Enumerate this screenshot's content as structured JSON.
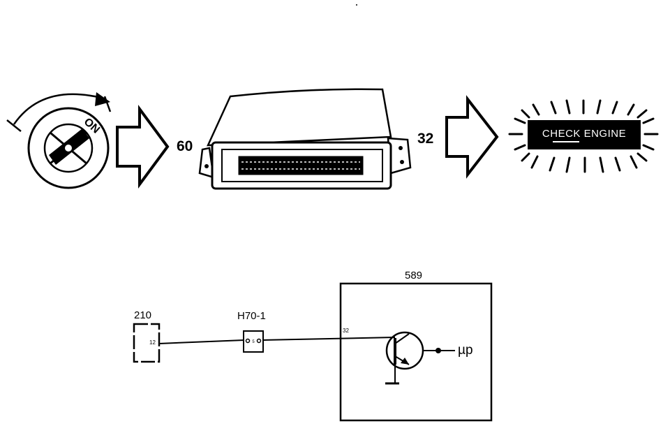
{
  "ignition": {
    "label": "ON"
  },
  "ecu_input_pin": "60",
  "ecu_output_pin": "32",
  "lamp": {
    "text": "CHECK ENGINE"
  },
  "circuit": {
    "component_210": {
      "label": "210",
      "pin": "12"
    },
    "connector_h70": {
      "label": "H70-1",
      "pin": "5"
    },
    "module_589": {
      "label": "589",
      "pin": "32"
    },
    "microprocessor_label": "µp"
  },
  "colors": {
    "ink": "#000000",
    "paper": "#ffffff"
  }
}
